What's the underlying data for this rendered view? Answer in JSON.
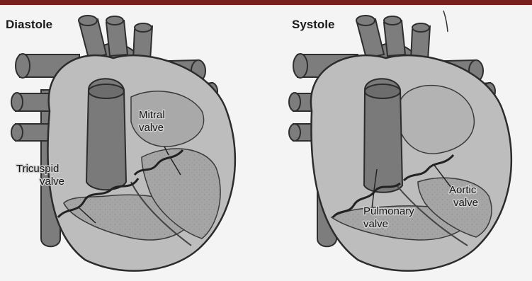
{
  "top_bar_color": "#7a1f1f",
  "panels": {
    "diastole": {
      "title": "Diastole",
      "mitral_label": [
        "Mitral",
        "valve"
      ],
      "tricuspid_label": [
        "Tricuspid",
        "valve"
      ]
    },
    "systole": {
      "title": "Systole",
      "aortic_label": [
        "Aortic",
        "valve"
      ],
      "pulmonary_label": [
        "Pulmonary",
        "valve"
      ]
    }
  }
}
